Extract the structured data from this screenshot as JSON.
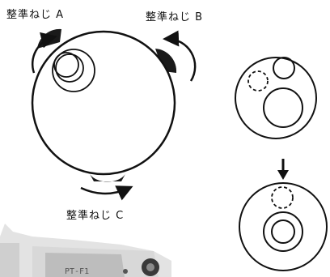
{
  "labels": {
    "screw_a": "整準ねじ A",
    "screw_b": "整準ねじ B",
    "screw_c": "整準ねじ C"
  },
  "instrument": {
    "model_text": "PT-F1"
  },
  "colors": {
    "line": "#111111",
    "foot": "#1a1a1a",
    "photo_bg": "#e6e6e6"
  }
}
